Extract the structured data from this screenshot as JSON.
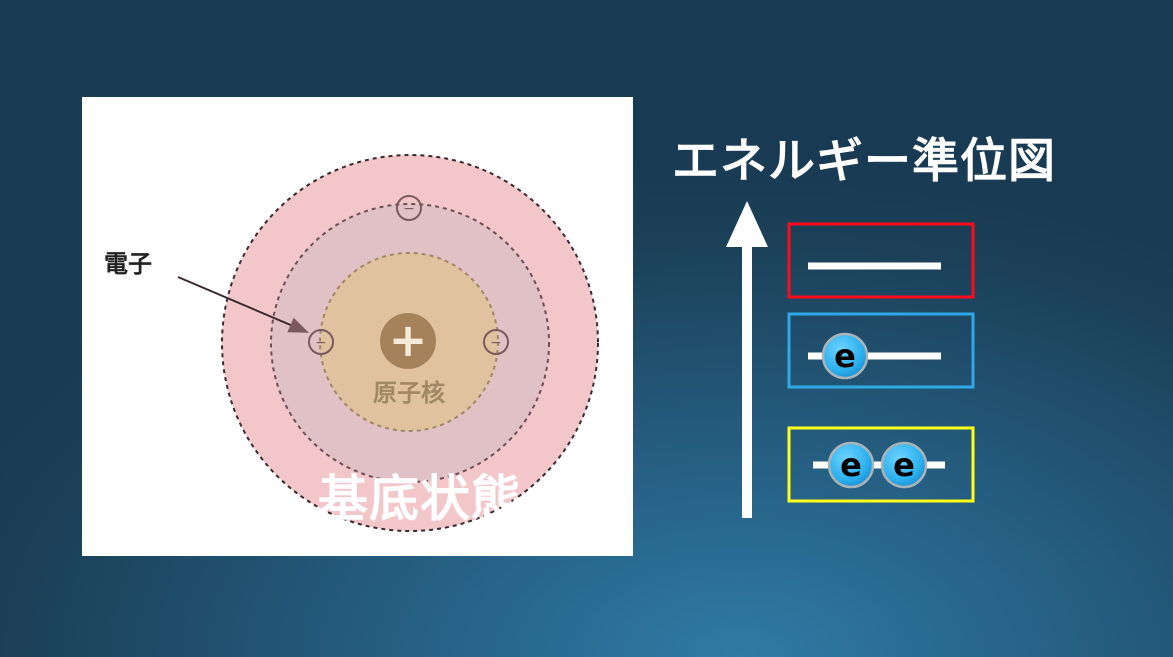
{
  "atom_diagram": {
    "electron_label": "電子",
    "nucleus_label": "原子核",
    "nucleus_symbol": "+",
    "electron_symbol": "−",
    "state_label": "基底状態"
  },
  "energy_diagram": {
    "title": "エネルギー準位図",
    "electron_symbol": "e",
    "levels": [
      {
        "border_color": "#ff0a1a",
        "electrons": 0
      },
      {
        "border_color": "#2fa8e6",
        "electrons": 1
      },
      {
        "border_color": "#ffff1a",
        "electrons": 2
      }
    ]
  }
}
